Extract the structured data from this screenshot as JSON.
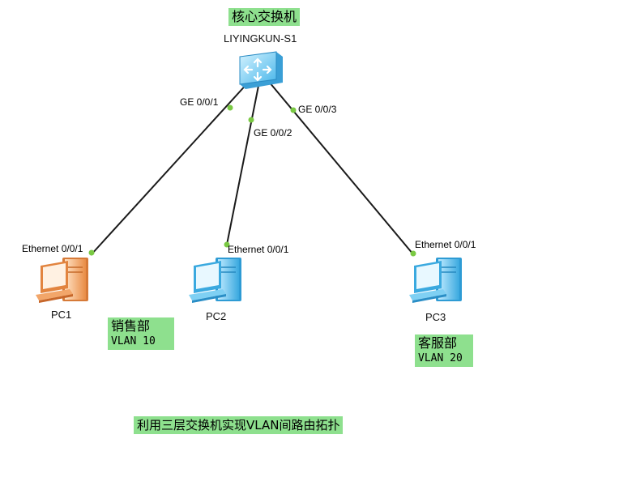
{
  "switch": {
    "title": "核心交换机",
    "hostname": "LIYINGKUN-S1",
    "icon": "layer3-switch-icon"
  },
  "ports": {
    "ge1": "GE 0/0/1",
    "ge2": "GE 0/0/2",
    "ge3": "GE 0/0/3",
    "pc1": "Ethernet 0/0/1",
    "pc2": "Ethernet 0/0/1",
    "pc3": "Ethernet 0/0/1"
  },
  "pcs": [
    {
      "name": "PC1",
      "icon": "pc-icon",
      "color": "#f0a060"
    },
    {
      "name": "PC2",
      "icon": "pc-icon",
      "color": "#5cc6f0"
    },
    {
      "name": "PC3",
      "icon": "pc-icon",
      "color": "#5cc6f0"
    }
  ],
  "notes": {
    "sales": {
      "dept": "销售部",
      "vlan": "VLAN 10"
    },
    "service": {
      "dept": "客服部",
      "vlan": "VLAN 20"
    },
    "caption": "利用三层交换机实现VLAN间路由拓扑"
  },
  "colors": {
    "note_bg": "#8ee08e",
    "link": "#1a1a1a",
    "port_dot": "#7ac943"
  }
}
